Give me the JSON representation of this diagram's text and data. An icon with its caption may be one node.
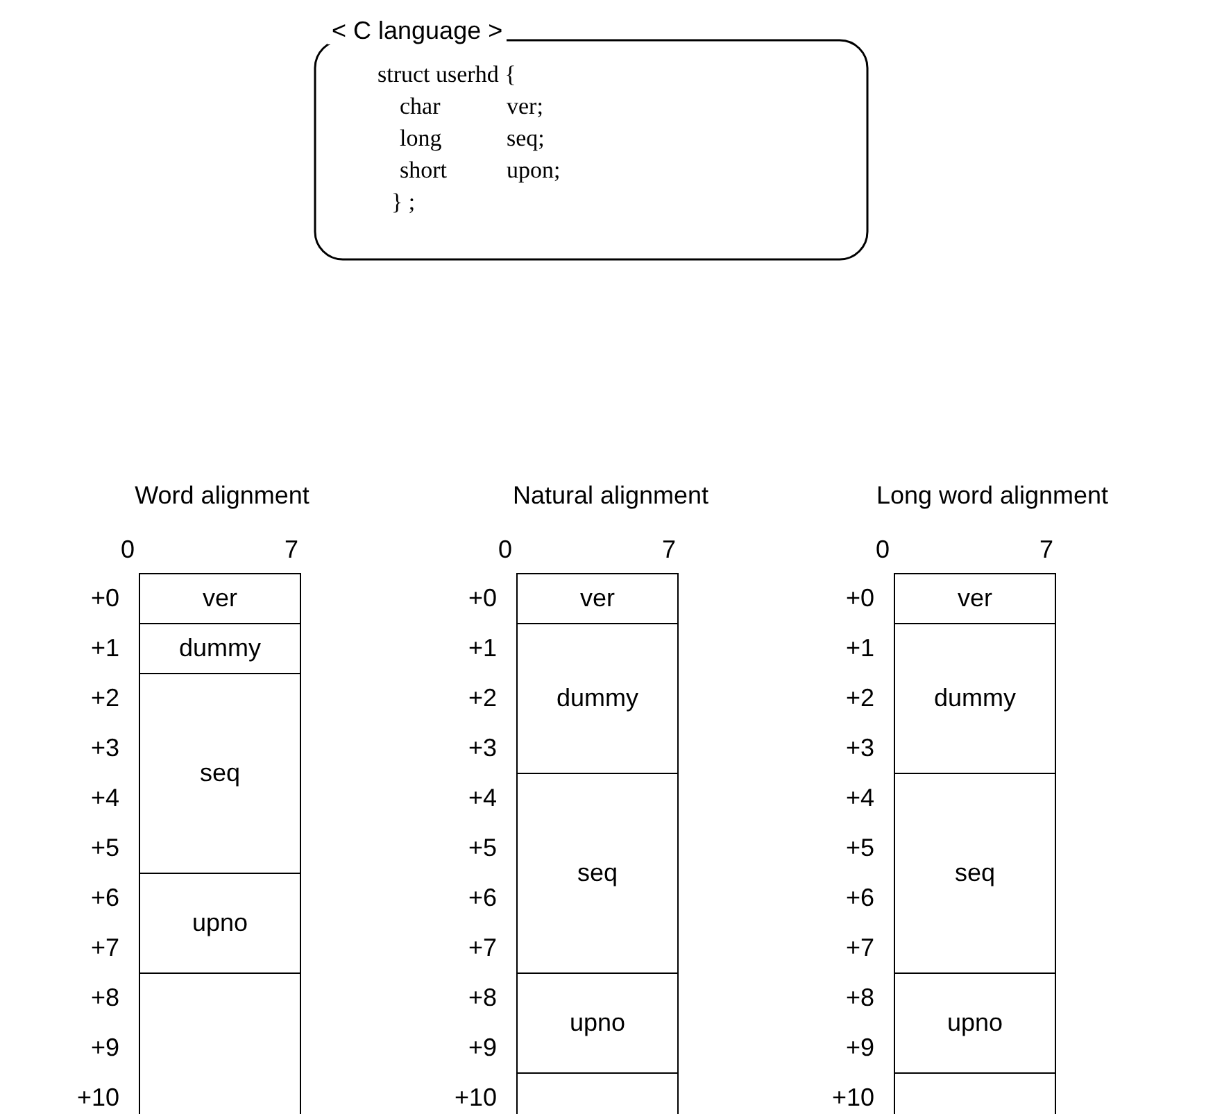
{
  "diagram": {
    "nodes": [
      {
        "text": [
          "< C language >",
          "struct userhd {",
          "char ver;",
          "long seq;",
          "short upon;",
          "} ;"
        ]
      },
      {
        "text": [
          "ver"
        ]
      },
      {
        "text": [
          "dummy"
        ]
      },
      {
        "text": [
          "seq"
        ]
      },
      {
        "text": [
          "upno"
        ]
      },
      {
        "text": [],
        "shape": "box"
      },
      {
        "text": [
          "ver"
        ]
      },
      {
        "text": [
          "dummy"
        ]
      },
      {
        "text": [
          "seq"
        ]
      },
      {
        "text": [
          "upno"
        ]
      },
      {
        "text": [],
        "shape": "box"
      },
      {
        "text": [
          "ver"
        ]
      },
      {
        "text": [
          "dummy"
        ]
      },
      {
        "text": [
          "seq"
        ]
      },
      {
        "text": [
          "upno"
        ]
      },
      {
        "text": [],
        "shape": "box"
      }
    ],
    "labels": [
      "Word alignment",
      "Natural alignment",
      "Long word alignment",
      "0",
      "7",
      "0",
      "7",
      "0",
      "7",
      "+0",
      "+0",
      "+0",
      "+1",
      "+1",
      "+1",
      "+2",
      "+2",
      "+2",
      "+3",
      "+3",
      "+3",
      "+4",
      "+4",
      "+4",
      "+5",
      "+5",
      "+5",
      "+6",
      "+6",
      "+6",
      "+7",
      "+7",
      "+7",
      "+8",
      "+8",
      "+8",
      "+9",
      "+9",
      "+9",
      "+10",
      "+10",
      "+10"
    ]
  }
}
